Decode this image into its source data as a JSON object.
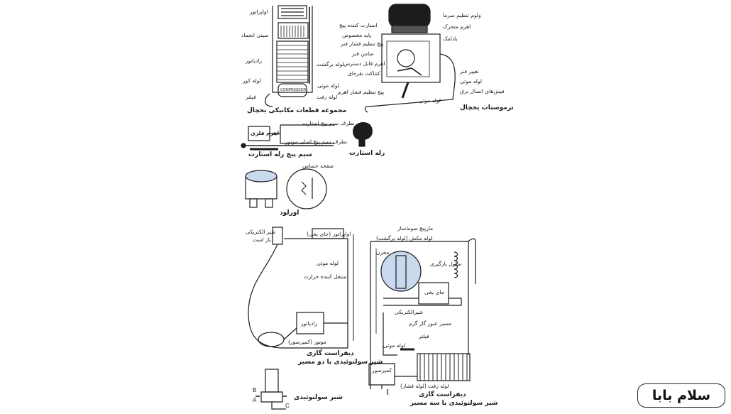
{
  "fridge_parts": {
    "caption": "مجموعه قطعات مکانیکی یخچال",
    "labels": {
      "evaporator": "اواپراتور",
      "freezer_shelf": "سینی انجماد",
      "radiator": "رادیاتور",
      "return_pipe": "لوله برگشت",
      "blind_pipe": "لوله کور",
      "capillary": "لوله موئی",
      "filter": "فیلتر",
      "supply_pipe": "لوله رفت",
      "compressor": "COMPRESSOR"
    }
  },
  "thermostat": {
    "caption": "ترموستات یخچال",
    "labels": {
      "cold_knob": "ولوم تنظیم سرما",
      "moving_lever": "اهرم متحرک",
      "bellows": "بادامک",
      "start_thread": "استارت کننده پیچ",
      "special_base": "پایه مخصوص",
      "spring_screw": "پیچ تنظیم فشار فنر",
      "spring_guard": "ضامن فنر",
      "movable_lever": "اهرم قابل دسترس",
      "contact_points": "کنتاکت نقره‌ای",
      "lever_screw": "پیچ تنظیم فشار اهرم",
      "spring_change": "تغییر فنر",
      "capillary": "لوله موئی",
      "power_pins": "فیش‌های اتصال برق",
      "capillary_bottom": "لوله موئی"
    }
  },
  "start_relay": {
    "caption": "رله استارت",
    "coil_caption": "سیم پیچ رله استارت",
    "metal_lever": "اهرم فلزی",
    "to_start_coil": "بطرف سیم پیچ استارت",
    "to_main_coil": "بطرف سیم پیچ اصلی موتور"
  },
  "overload": {
    "caption": "اورلود",
    "sensitive_plate": "صفحه حساس"
  },
  "two_way_system": {
    "caption_line1": "دیفراست گازی",
    "caption_line2": "شیر سولنوئیدی با دو مسیر",
    "labels": {
      "electric_valve": "شیر الکتریکی",
      "open": "باز است",
      "evaporator": "اواپراتور (جای یخی)",
      "capillary": "لوله موئی",
      "heat_exchanger": "منتقل کننده حرارت",
      "radiator": "رادیاتور",
      "motor": "موتور (کمپرسور)"
    }
  },
  "solenoid_valve": {
    "caption": "شیر سولنوئیدی",
    "port_a": "A",
    "port_b": "B",
    "port_c": "C"
  },
  "three_way_system": {
    "caption_line1": "دیفراست گازی",
    "caption_line2": "شیر سولنوئیدی با سه مسیر",
    "labels": {
      "freezer_valve": "مارپیچ سوماساز",
      "suction_pipe": "لوله مکش (لوله برگشت)",
      "tank": "مخزن",
      "recovery_coil": "سلول بازگیری",
      "ice_place": "جای یخی",
      "electric_valve": "شیرالکتریکی",
      "hot_gas_path": "مسیر عبور گاز گرم",
      "filter": "فیلتر",
      "capillary": "لوله موئی",
      "compressor": "کمپرسور",
      "supply_pipe": "لوله رفت (لوله فشار)"
    }
  },
  "logo": {
    "text": "سلام بابا"
  },
  "colors": {
    "ink": "#1c1c1c",
    "highlight": "#c9d9ee",
    "background": "#ffffff"
  }
}
